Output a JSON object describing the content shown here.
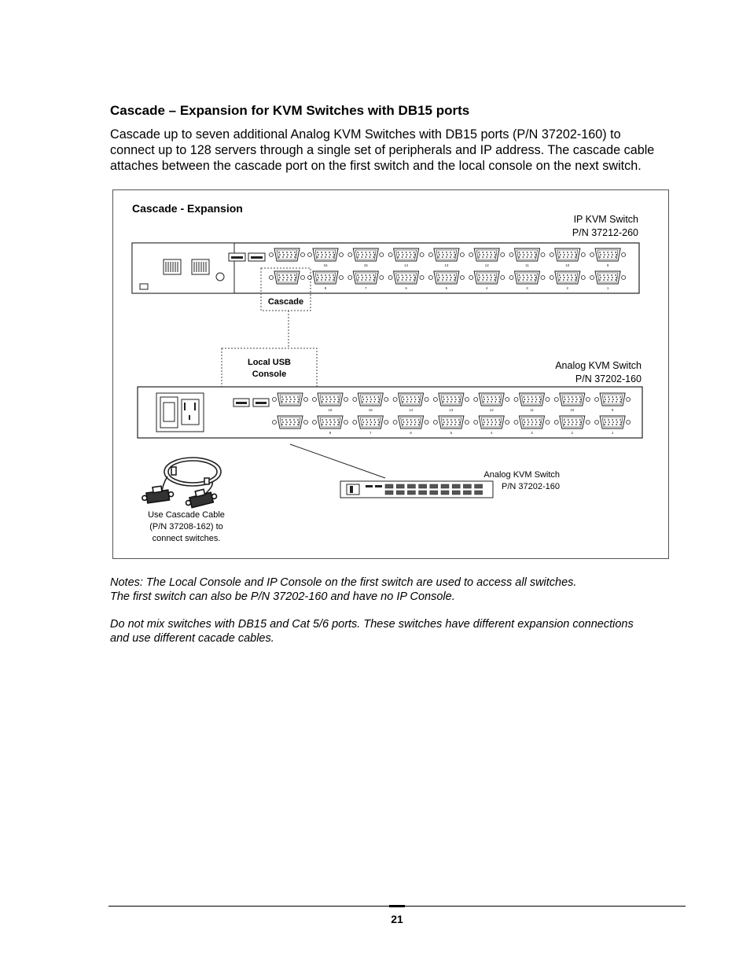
{
  "heading": "Cascade – Expansion for KVM Switches with DB15 ports",
  "intro_lines": [
    "Cascade up to seven additional Analog KVM Switches with DB15 ports (P/N 37202-160) to",
    "connect up to 128 servers through a single set of peripherals and IP address. The cascade cable",
    "attaches between the cascade port on the first switch and the local console on the next switch."
  ],
  "figure": {
    "title": "Cascade - Expansion",
    "ip_switch_name": "IP KVM Switch",
    "ip_switch_pn": "P/N 37212-260",
    "cascade_label": "Cascade",
    "local_usb_line1": "Local USB",
    "local_usb_line2": "Console",
    "analog_switch_name": "Analog KVM Switch",
    "analog_switch_pn": "P/N 37202-160",
    "analog_switch2_name": "Analog KVM Switch",
    "analog_switch2_pn": "P/N 37202-160",
    "cable_line1": "Use Cascade Cable",
    "cable_line2": "(P/N 37208-162) to",
    "cable_line3": "connect switches.",
    "top_row_ports": [
      "16",
      "15",
      "14",
      "13",
      "12",
      "11",
      "10",
      "9"
    ],
    "bottom_row_ports": [
      "8",
      "7",
      "6",
      "5",
      "4",
      "3",
      "2",
      "1"
    ]
  },
  "notes": {
    "line1": "Notes: The Local Console and IP Console on the first switch are used to access all switches.",
    "line2": "The first switch can also be P/N 37202-160 and have no IP Console.",
    "line3": "Do not mix switches with DB15 and Cat 5/6 ports. These switches have different expansion connections",
    "line4": "and use different cacade cables."
  },
  "page_number": "21"
}
